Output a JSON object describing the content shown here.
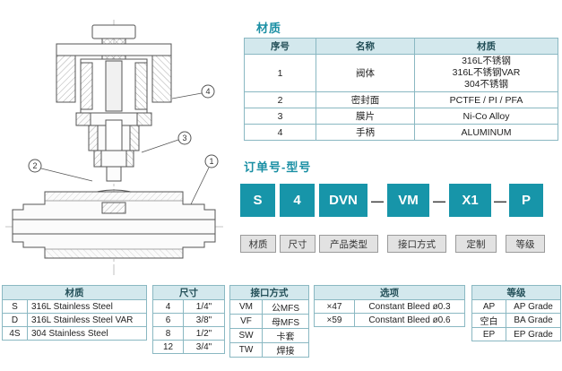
{
  "colors": {
    "teal": "#1795a9",
    "header_bg": "#d3e8ed",
    "border": "#8ab8c2"
  },
  "drawing": {
    "callouts": [
      "1",
      "2",
      "3",
      "4"
    ]
  },
  "material_section": {
    "title": "材质",
    "headers": [
      "序号",
      "名称",
      "材质"
    ],
    "rows": [
      {
        "no": "1",
        "name": "阀体",
        "materials": [
          "316L不锈钢",
          "316L不锈钢VAR",
          "304不锈钢"
        ]
      },
      {
        "no": "2",
        "name": "密封面",
        "material": "PCTFE / PI / PFA"
      },
      {
        "no": "3",
        "name": "膜片",
        "material": "Ni-Co Alloy"
      },
      {
        "no": "4",
        "name": "手柄",
        "material": "ALUMINUM"
      }
    ]
  },
  "order_section": {
    "title": "订单号-型号",
    "blocks": [
      "S",
      "4",
      "DVN",
      "VM",
      "X1",
      "P"
    ],
    "separator": "—",
    "labels": [
      "材质",
      "尺寸",
      "产品类型",
      "接口方式",
      "定制",
      "等级"
    ]
  },
  "bottom_tables": [
    {
      "header": "材质",
      "rows": [
        {
          "code": "S",
          "value": "316L Stainless Steel"
        },
        {
          "code": "D",
          "value": "316L Stainless Steel VAR"
        },
        {
          "code": "4S",
          "value": "304 Stainless Steel"
        }
      ]
    },
    {
      "header": "尺寸",
      "rows": [
        {
          "code": "4",
          "value": "1/4\""
        },
        {
          "code": "6",
          "value": "3/8\""
        },
        {
          "code": "8",
          "value": "1/2\""
        },
        {
          "code": "12",
          "value": "3/4\""
        }
      ]
    },
    {
      "header": "接口方式",
      "rows": [
        {
          "code": "VM",
          "value": "公MFS"
        },
        {
          "code": "VF",
          "value": "母MFS"
        },
        {
          "code": "SW",
          "value": "卡套"
        },
        {
          "code": "TW",
          "value": "焊接"
        }
      ]
    },
    {
      "header": "选项",
      "rows": [
        {
          "code": "×47",
          "value": "Constant Bleed ø0.3"
        },
        {
          "code": "×59",
          "value": "Constant Bleed ø0.6"
        }
      ]
    },
    {
      "header": "等级",
      "rows": [
        {
          "code": "AP",
          "value": "AP Grade"
        },
        {
          "code": "空白",
          "value": "BA Grade"
        },
        {
          "code": "EP",
          "value": "EP Grade"
        }
      ]
    }
  ]
}
